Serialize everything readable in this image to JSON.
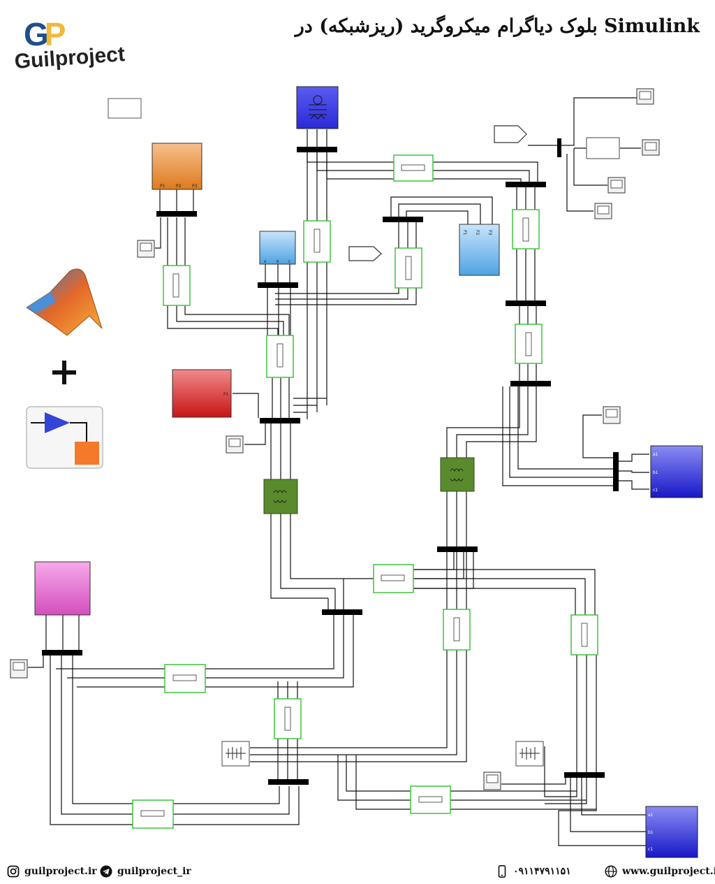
{
  "header": {
    "title": "بلوک دیاگرام میکروگرید (ریزشبکه) در Simulink",
    "logo_mark": "GP",
    "logo_text": "Guilproject"
  },
  "blocks": {
    "source_port_labels": [
      "P1",
      "P2",
      "P3"
    ],
    "load_port_labels": [
      "P1",
      "P2",
      "P3"
    ],
    "ac_load_port_labels": [
      "A",
      "B",
      "C"
    ],
    "red_source_port_label": "P1",
    "generator_port_labels": [
      "a1",
      "b1",
      "c1"
    ],
    "generator2_port_labels": [
      "a1",
      "b1",
      "c1"
    ]
  },
  "colors": {
    "wire": "#111111",
    "line_block": "#3ec43e",
    "transformer": "#5a8a2e",
    "bus": "#000000"
  },
  "footer": {
    "instagram": "guilproject.ir",
    "telegram": "guilproject_ir",
    "phone": "۰۹۱۱۴۷۹۱۱۵۱",
    "website": "www.guilproject.ir"
  }
}
